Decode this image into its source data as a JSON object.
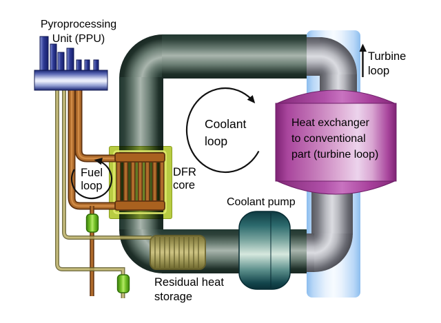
{
  "labels": {
    "ppu": {
      "line1": "Pyroprocessing",
      "line2": "Unit (PPU)"
    },
    "fuel_loop": {
      "line1": "Fuel",
      "line2": "loop"
    },
    "dfr_core": {
      "line1": "DFR",
      "line2": "core"
    },
    "coolant_loop": {
      "line1": "Coolant",
      "line2": "loop"
    },
    "heat_exchanger": {
      "line1": "Heat exchanger",
      "line2": "to conventional",
      "line3": "part (turbine loop)"
    },
    "coolant_pump": {
      "label": "Coolant pump"
    },
    "residual_heat_storage": {
      "line1": "Residual heat",
      "line2": "storage"
    },
    "turbine_loop": {
      "line1": "Turbine",
      "line2": "loop"
    }
  },
  "arrows": {
    "coolant_loop_direction": "clockwise",
    "fuel_loop_direction": "counterclockwise",
    "turbine_loop_direction": "up"
  },
  "colors": {
    "coolant_pipe_dark": "#223831",
    "coolant_pipe_highlight": "#a9b5ad",
    "steam_pipe_grey": "#b9bac0",
    "turbine_pipe_blue": "#8cbdee",
    "fuel_pipe_brown": "#b06c2c",
    "fuel_pipe_outline": "#5e3210",
    "auxiliary_line_khaki": "#bcb065",
    "heat_exchanger_magenta": "#a9469d",
    "dfr_core_green": "#b8cc42",
    "valve_green": "#74c228",
    "pump_teal": "#2c6a6d",
    "storage_tan": "#b3a75c",
    "ppu_blue": "#1b2673",
    "arrow_black": "#101010"
  }
}
